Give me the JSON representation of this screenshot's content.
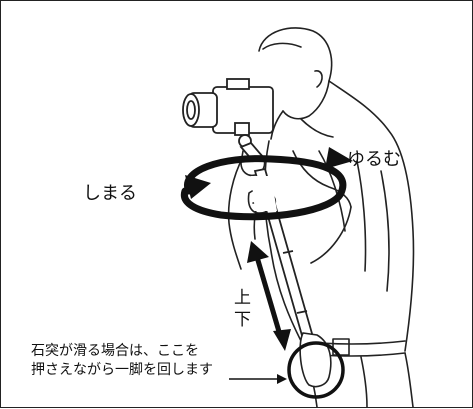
{
  "labels": {
    "loosen": "ゆるむ",
    "tighten": "しまる",
    "updown_1": "上",
    "updown_2": "下"
  },
  "note": {
    "line1": "石突が滑る場合は、ここを",
    "line2": "押さえながら一脚を回します"
  },
  "colors": {
    "ink": "#111111",
    "background": "#ffffff"
  }
}
